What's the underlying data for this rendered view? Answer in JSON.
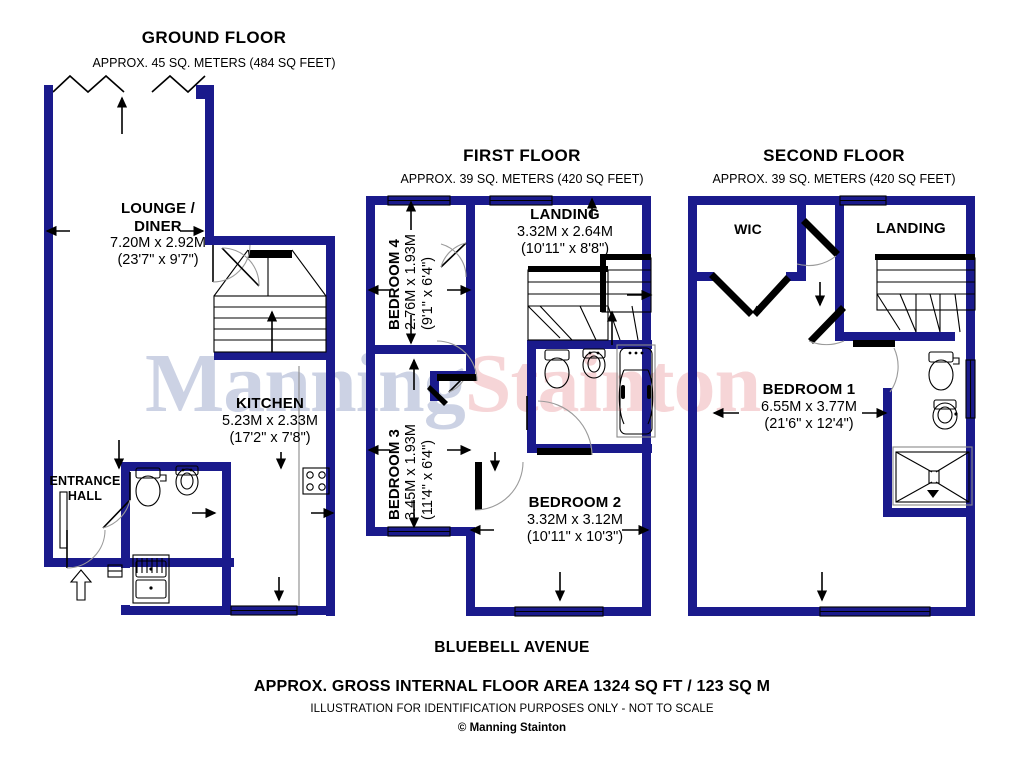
{
  "meta": {
    "wall_color": "#1a1a8c",
    "fixture_color": "#000000",
    "watermark_left": "Manning",
    "watermark_right": "Stainton"
  },
  "floors": [
    {
      "id": "ground",
      "title": "GROUND FLOOR",
      "subtitle": "APPROX. 45 SQ. METERS (484 SQ FEET)"
    },
    {
      "id": "first",
      "title": "FIRST FLOOR",
      "subtitle": "APPROX. 39 SQ. METERS (420 SQ FEET)"
    },
    {
      "id": "second",
      "title": "SECOND FLOOR",
      "subtitle": "APPROX. 39 SQ. METERS (420 SQ FEET)"
    }
  ],
  "rooms": {
    "lounge_diner": {
      "name_line1": "LOUNGE /",
      "name_line2": "DINER",
      "metric": "7.20M x 2.92M",
      "imperial": "(23'7\" x 9'7\")"
    },
    "kitchen": {
      "name": "KITCHEN",
      "metric": "5.23M x 2.33M",
      "imperial": "(17'2\" x 7'8\")"
    },
    "entrance_hall": {
      "name_line1": "ENTRANCE",
      "name_line2": "HALL"
    },
    "bedroom4": {
      "name": "BEDROOM 4",
      "metric": "2.76M x 1.93M",
      "imperial": "(9'1\" x 6'4\")"
    },
    "bedroom3": {
      "name": "BEDROOM 3",
      "metric": "3.45M x 1.93M",
      "imperial": "(11'4\" x 6'4\")"
    },
    "bedroom2": {
      "name": "BEDROOM 2",
      "metric": "3.32M x 3.12M",
      "imperial": "(10'11\" x 10'3\")"
    },
    "landing_first": {
      "name": "LANDING",
      "metric": "3.32M x 2.64M",
      "imperial": "(10'11\" x 8'8\")"
    },
    "wic": {
      "name": "WIC"
    },
    "landing_second": {
      "name": "LANDING"
    },
    "bedroom1": {
      "name": "BEDROOM 1",
      "metric": "6.55M x 3.77M",
      "imperial": "(21'6\" x 12'4\")"
    }
  },
  "footer": {
    "street": "BLUEBELL AVENUE",
    "area": "APPROX. GROSS INTERNAL FLOOR AREA 1324 SQ FT / 123 SQ M",
    "disclaimer": "ILLUSTRATION FOR IDENTIFICATION PURPOSES ONLY - NOT TO SCALE",
    "copyright": "© Manning Stainton"
  }
}
